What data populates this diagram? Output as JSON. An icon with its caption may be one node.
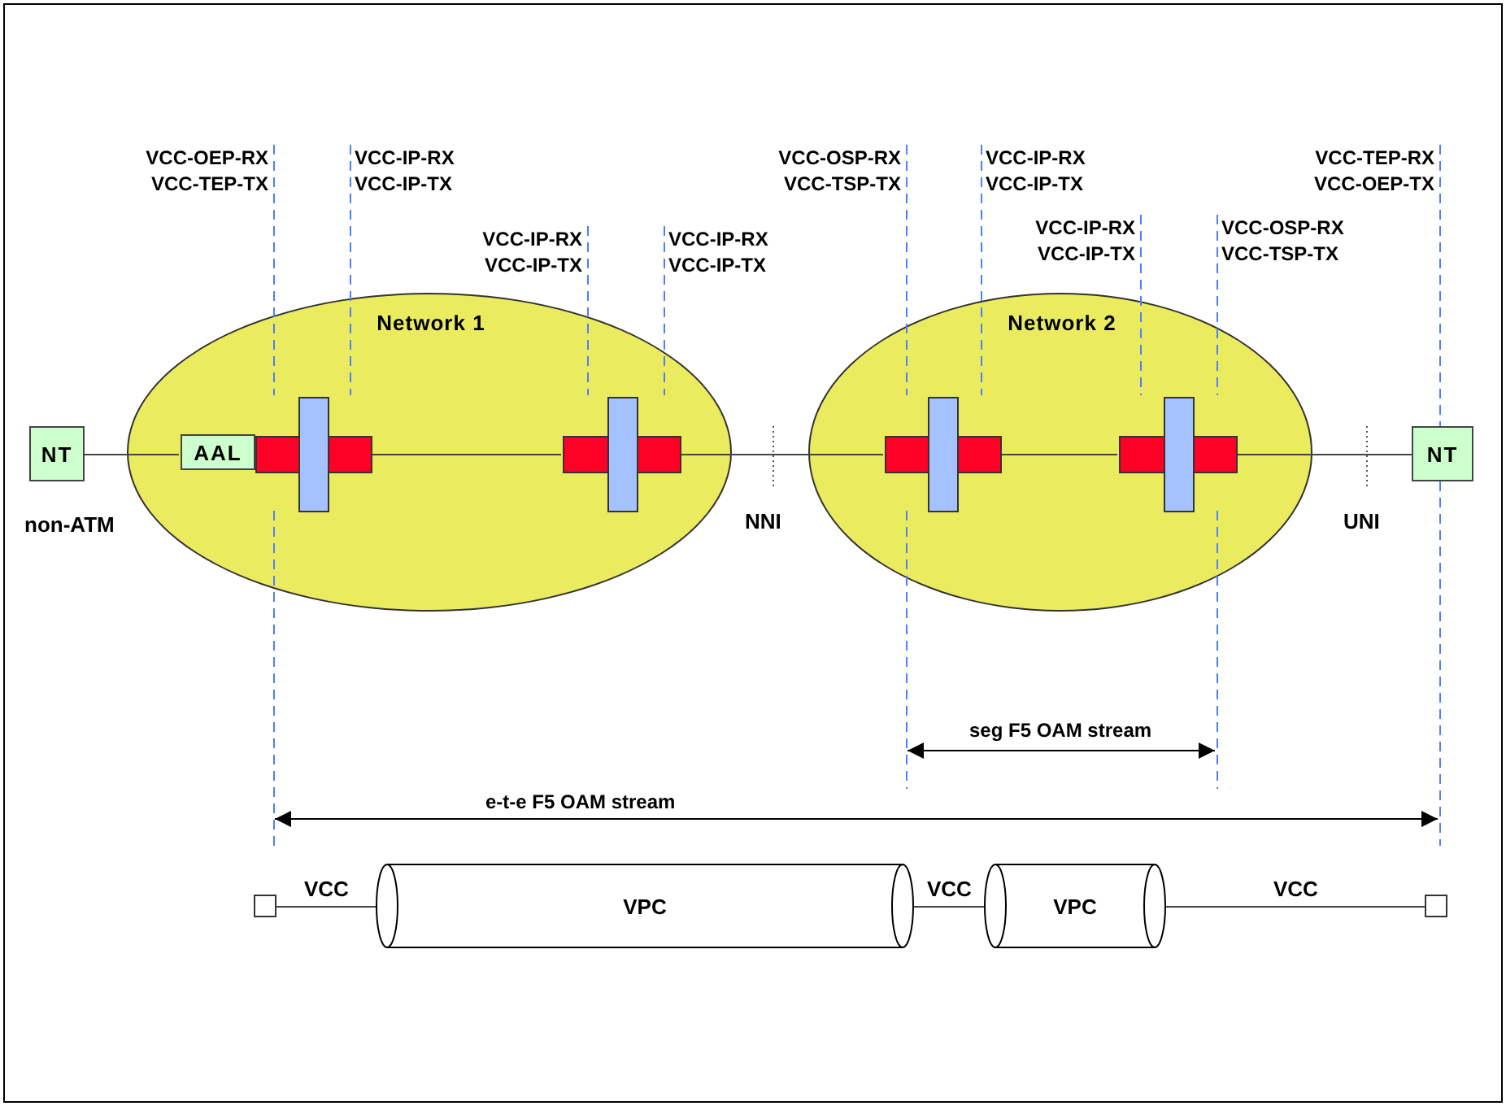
{
  "diagram": {
    "nodes": [
      {
        "text": [
          "VCC-OEP-RX VCC-TEP-TX"
        ]
      },
      {
        "text": [
          "VCC-IP-RX VCC-IP-TX"
        ]
      },
      {
        "text": [
          "VCC-OSP-RX VCC-TSP-TX"
        ]
      },
      {
        "text": [
          "VCC-IP-RX VCC-IP-TX"
        ]
      },
      {
        "text": [
          "VCC-TEP-RX VCC-OEP-TX"
        ]
      },
      {
        "text": [
          "VCC-IP-RX VCC-IP-TX"
        ]
      },
      {
        "text": [
          "VCC-IP-RX VCC-IP-TX"
        ]
      },
      {
        "text": [
          "VCC-IP-RX VCC-IP-TX"
        ]
      },
      {
        "text": [
          "VCC-OSP-RX VCC-TSP-TX"
        ]
      },
      {
        "text": [
          "NT"
        ],
        "beside": [
          "non-ATM"
        ]
      },
      {
        "text": [
          "Network 1"
        ]
      },
      {
        "text": [
          "AAL"
        ],
        "in": 10
      },
      {
        "text": [],
        "shape": "box",
        "in": 10
      },
      {
        "text": [],
        "shape": "box",
        "in": 10
      },
      {
        "text": [
          "Network 2"
        ]
      },
      {
        "text": [],
        "shape": "box",
        "in": 14
      },
      {
        "text": [],
        "shape": "box",
        "in": 14
      },
      {
        "text": [
          "NT"
        ]
      },
      {
        "text": [],
        "shape": "box"
      },
      {
        "text": [
          "VPC"
        ]
      },
      {
        "text": [
          "VPC"
        ]
      },
      {
        "text": [],
        "shape": "box"
      }
    ],
    "edges": [
      {
        "from": 9,
        "to": 11,
        "arrow": "none",
        "color": "#444444"
      },
      {
        "from": 12,
        "to": 13,
        "arrow": "none",
        "color": "#444444"
      },
      {
        "from": 13,
        "to": 15,
        "arrow": "none",
        "color": "#444444"
      },
      {
        "from": 15,
        "to": 16,
        "arrow": "none",
        "color": "#444444"
      },
      {
        "from": 16,
        "to": 17,
        "arrow": "none",
        "color": "#444444"
      },
      {
        "from": 18,
        "to": 19,
        "label": "VCC",
        "arrow": "none",
        "color": "#444444"
      },
      {
        "from": 19,
        "to": 20,
        "label": "VCC",
        "arrow": "none",
        "color": "#444444"
      },
      {
        "from": 20,
        "to": 21,
        "label": "VCC",
        "arrow": "none",
        "color": "#444444"
      },
      {
        "from": 0,
        "to": 12,
        "arrow": "none",
        "style": "dashed",
        "color": "#4a7fff"
      },
      {
        "from": 1,
        "to": 12,
        "arrow": "none",
        "style": "dashed",
        "color": "#4a7fff"
      },
      {
        "from": 5,
        "to": 13,
        "arrow": "none",
        "style": "dashed",
        "color": "#4a7fff"
      },
      {
        "from": 6,
        "to": 13,
        "arrow": "none",
        "style": "dashed",
        "color": "#4a7fff"
      },
      {
        "from": 2,
        "to": 15,
        "arrow": "none",
        "style": "dashed",
        "color": "#4a7fff"
      },
      {
        "from": 3,
        "to": 15,
        "arrow": "none",
        "style": "dashed",
        "color": "#4a7fff"
      },
      {
        "from": 7,
        "to": 16,
        "arrow": "none",
        "style": "dashed",
        "color": "#4a7fff"
      },
      {
        "from": 8,
        "to": 16,
        "arrow": "none",
        "style": "dashed",
        "color": "#4a7fff"
      },
      {
        "from": 4,
        "to": 17,
        "arrow": "none",
        "style": "dashed",
        "color": "#4a7fff"
      }
    ],
    "labels": [
      "NNI",
      "UNI",
      "seg F5 OAM stream",
      "e-t-e F5 OAM stream"
    ]
  }
}
